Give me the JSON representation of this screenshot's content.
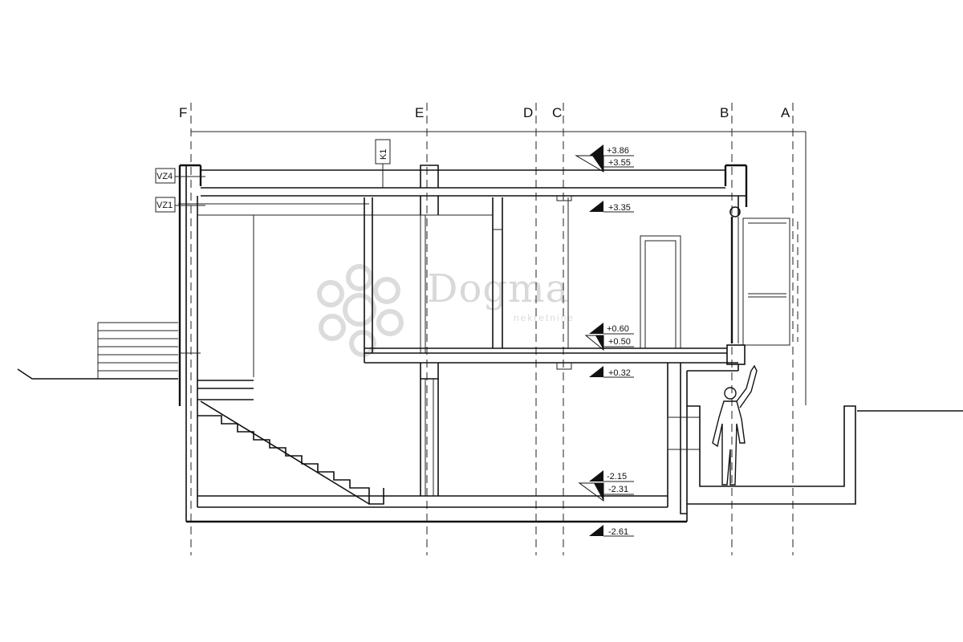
{
  "axes": [
    "F",
    "E",
    "D",
    "C",
    "B",
    "A"
  ],
  "elevations": {
    "top_parapet": "+3.86",
    "roof_slab": "+3.55",
    "ceiling": "+3.35",
    "upper_floor": "+0.60",
    "upper_floor_base": "+0.50",
    "lower_ceiling": "+0.32",
    "lower_floor": "-2.15",
    "lower_floor_base": "-2.31",
    "foundation": "-2.61"
  },
  "tags": {
    "vz4": "VZ4",
    "vz1": "VZ1",
    "k1": "K1"
  },
  "watermark": {
    "brand": "Dogma",
    "sub": "nekretnine"
  },
  "colors": {
    "line": "#111111",
    "watermark": "#d8d8d8"
  }
}
